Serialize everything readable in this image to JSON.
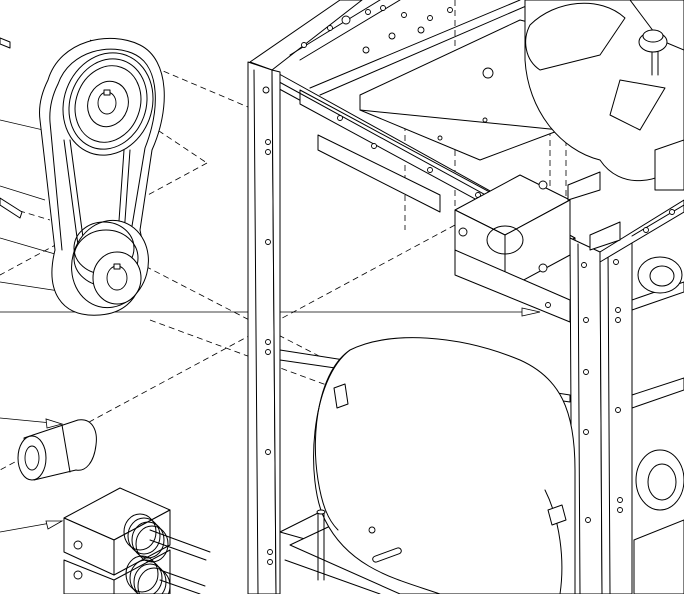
{
  "drawing": {
    "type": "exploded-assembly-line-drawing",
    "stroke_color": "#000000",
    "background_color": "#ffffff",
    "parts": [
      "belt-drive",
      "drive-belt",
      "upper-pulley",
      "lower-pulley",
      "shaft-coupler",
      "spring-block",
      "torsion-springs",
      "frame",
      "motor",
      "fan-assembly",
      "mounting-bracket",
      "shaft-key"
    ]
  }
}
